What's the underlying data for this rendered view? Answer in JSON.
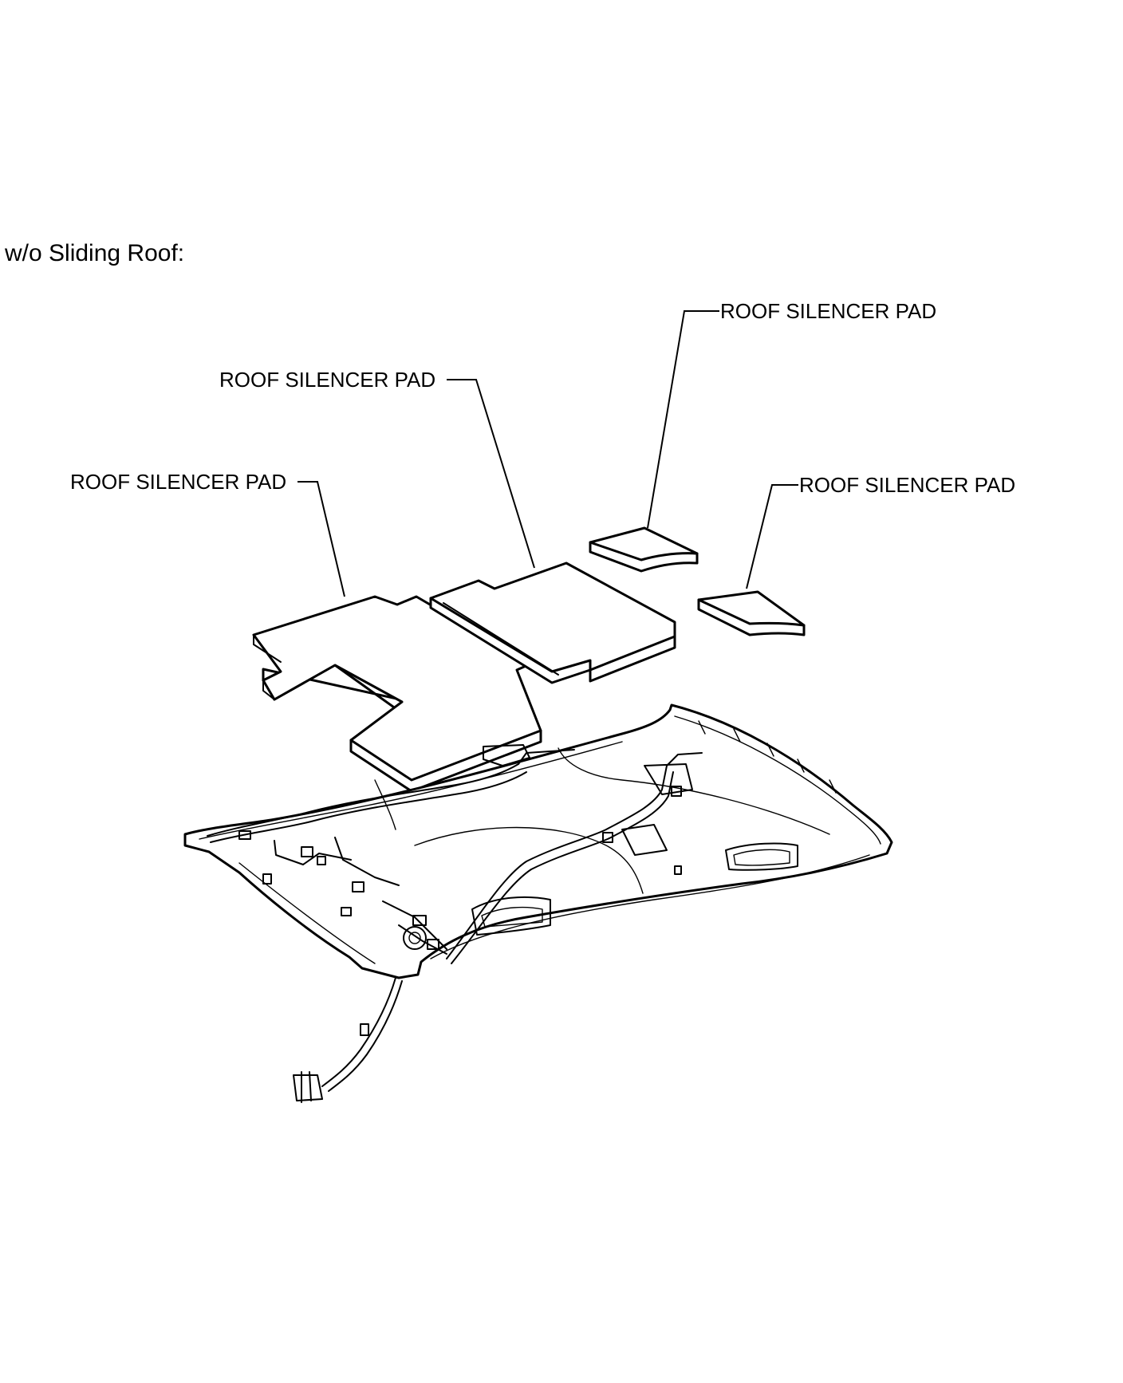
{
  "heading": "w/o Sliding Roof:",
  "callouts": [
    {
      "id": "pad-front-left",
      "label": "ROOF SILENCER PAD"
    },
    {
      "id": "pad-center",
      "label": "ROOF SILENCER PAD"
    },
    {
      "id": "pad-rear-top",
      "label": "ROOF SILENCER PAD"
    },
    {
      "id": "pad-rear-right",
      "label": "ROOF SILENCER PAD"
    }
  ],
  "colors": {
    "line": "#000000",
    "background": "#ffffff"
  }
}
